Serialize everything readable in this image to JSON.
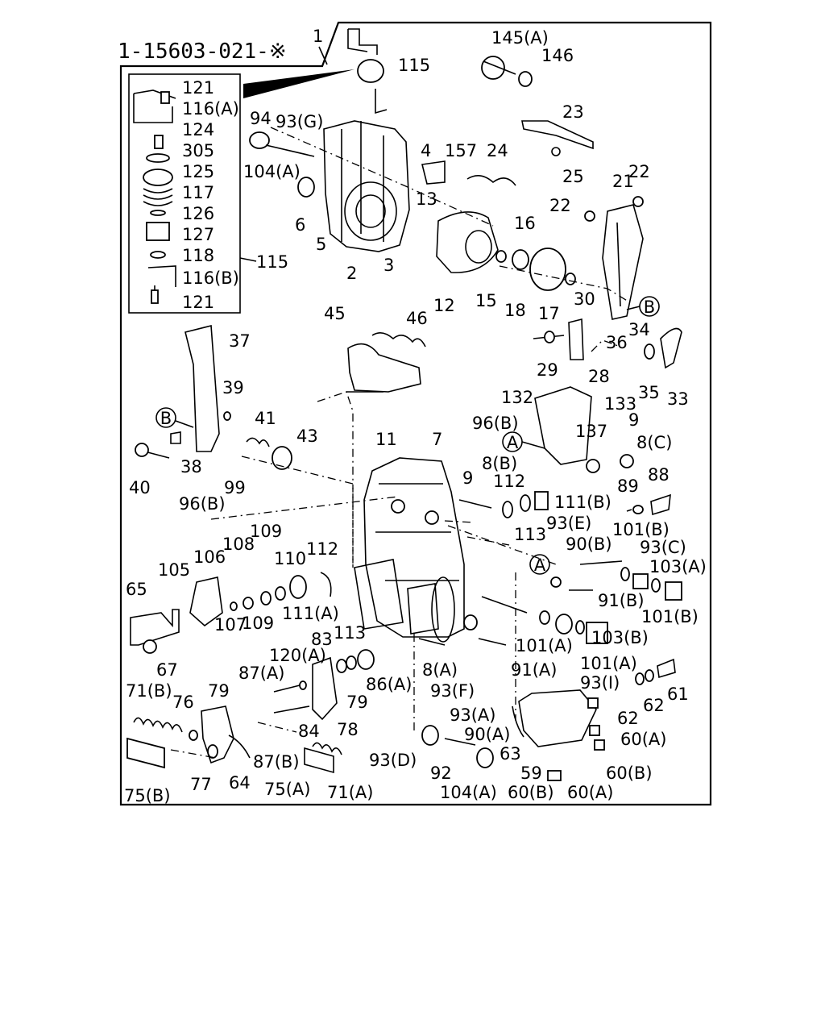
{
  "drawing_number": "1-15603-021-※",
  "callouts": {
    "ref_a": "A",
    "ref_b": "B"
  },
  "part_labels": [
    "1",
    "115",
    "145(A)",
    "146",
    "121",
    "116(A)",
    "124",
    "305",
    "125",
    "117",
    "126",
    "127",
    "118",
    "115",
    "116(B)",
    "121",
    "94",
    "93(G)",
    "104(A)",
    "6",
    "5",
    "2",
    "3",
    "4",
    "157",
    "24",
    "13",
    "23",
    "25",
    "21",
    "22",
    "22",
    "16",
    "15",
    "18",
    "17",
    "12",
    "30",
    "29",
    "28",
    "36",
    "34",
    "35",
    "33",
    "45",
    "46",
    "37",
    "39",
    "41",
    "43",
    "38",
    "40",
    "132",
    "133",
    "137",
    "9",
    "8(C)",
    "11",
    "7",
    "96(B)",
    "9",
    "8(B)",
    "112",
    "111(B)",
    "88",
    "89",
    "96(B)",
    "99",
    "113",
    "93(E)",
    "101(B)",
    "90(B)",
    "93(C)",
    "103(A)",
    "106",
    "108",
    "109",
    "110",
    "112",
    "105",
    "109",
    "111(A)",
    "91(B)",
    "101(B)",
    "65",
    "107",
    "113",
    "101(A)",
    "103(B)",
    "67",
    "83",
    "120(A)",
    "79",
    "87(A)",
    "86(A)",
    "8(A)",
    "91(A)",
    "101(A)",
    "93(F)",
    "93(I)",
    "61",
    "71(B)",
    "76",
    "79",
    "78",
    "84",
    "93(A)",
    "62",
    "62",
    "90(A)",
    "60(A)",
    "93(D)",
    "63",
    "87(B)",
    "92",
    "59",
    "60(B)",
    "75(B)",
    "77",
    "64",
    "75(A)",
    "71(A)",
    "104(A)",
    "60(B)",
    "60(A)"
  ]
}
